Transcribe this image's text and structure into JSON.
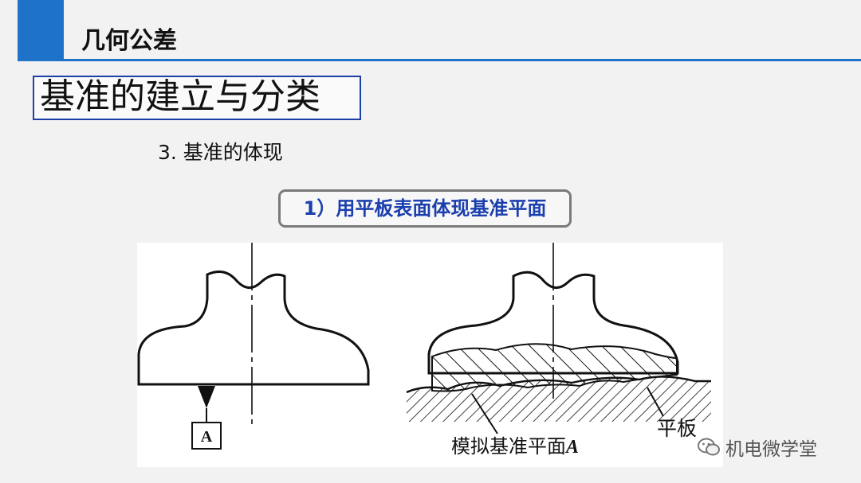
{
  "header": {
    "title": "几何公差"
  },
  "section": {
    "title": "基准的建立与分类"
  },
  "subheading": "3. 基准的体现",
  "callout": {
    "label": "1）用平板表面体现基准平面"
  },
  "figure": {
    "datum_letter": "A",
    "plate_label": "平板",
    "simulated_datum_prefix": "模拟基准平面",
    "simulated_datum_letter": "A"
  },
  "watermark": {
    "text": "机电微学堂",
    "icon": "wechat-icon"
  },
  "colors": {
    "accent": "#1e73c8",
    "callout_text": "#1c3fae",
    "section_border": "#1f3fa8"
  }
}
